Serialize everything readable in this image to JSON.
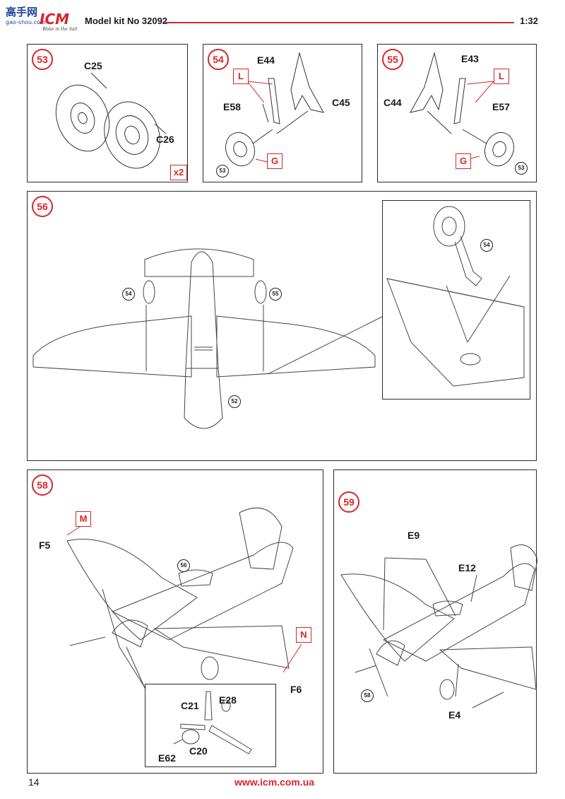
{
  "header": {
    "brand_top": "高手网",
    "brand_url": "gao-shou.com",
    "brand_logo": "ICM",
    "brand_tagline": "Wake in the Sail",
    "title": "Model kit No 32092",
    "scale": "1:32"
  },
  "steps": {
    "s53": {
      "number": "53",
      "parts": [
        "C25",
        "C26"
      ],
      "multiplier": "x2"
    },
    "s54": {
      "number": "54",
      "parts": [
        "E44",
        "E58",
        "C45"
      ],
      "paint": [
        "L",
        "G"
      ],
      "ref": "53"
    },
    "s55": {
      "number": "55",
      "parts": [
        "E43",
        "C44",
        "E57"
      ],
      "paint": [
        "L",
        "G"
      ],
      "ref": "53"
    },
    "s56": {
      "number": "56",
      "refs": [
        "54",
        "55",
        "52",
        "54"
      ]
    },
    "s58": {
      "number": "58",
      "parts": [
        "F5",
        "F6",
        "C21",
        "E28",
        "C20",
        "E62"
      ],
      "paint": [
        "M",
        "N"
      ],
      "ref": "56"
    },
    "s59": {
      "number": "59",
      "parts": [
        "E9",
        "E12",
        "E4"
      ],
      "ref": "58"
    }
  },
  "footer": {
    "page": "14",
    "url": "www.icm.com.ua"
  },
  "colors": {
    "accent": "#d7262c",
    "line": "#2a2a2a"
  }
}
